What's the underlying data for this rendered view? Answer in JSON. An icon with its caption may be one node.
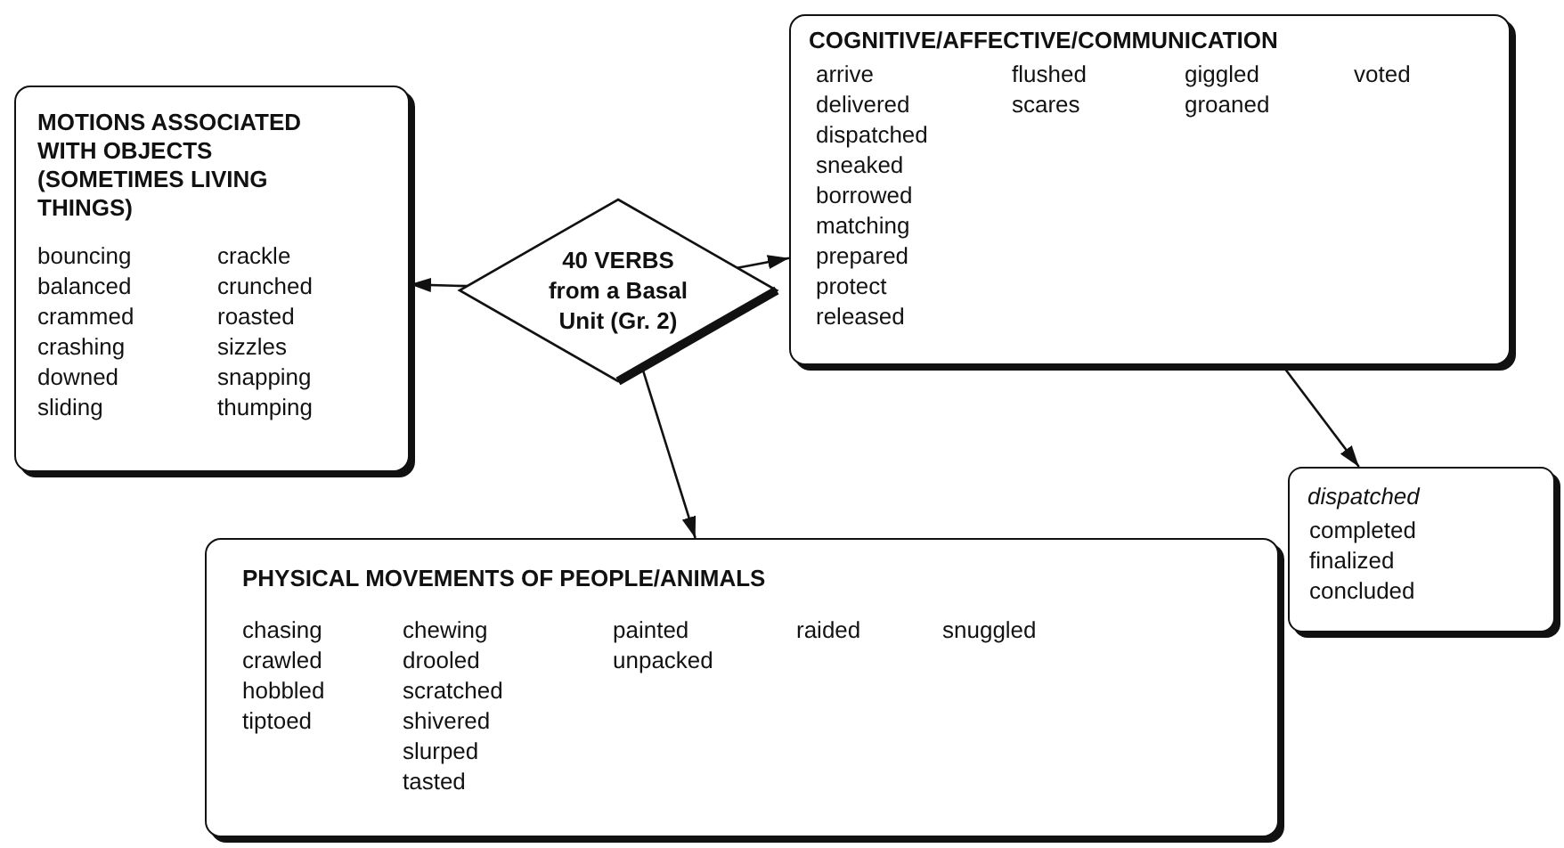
{
  "diagram": {
    "nodes": [
      {
        "text": [
          "MOTIONS ASSOCIATED WITH OBJECTS (SOMETIMES LIVING THINGS)",
          "bouncing balanced crammed crashing downed sliding",
          "crackle crunched roasted sizzles snapping thumping"
        ]
      },
      {
        "text": [
          "40 VERBS from a Basal Unit (Gr. 2)"
        ]
      },
      {
        "text": [
          "COGNITIVE/AFFECTIVE/COMMUNICATION",
          "arrive delivered dispatched sneaked borrowed matching prepared protect released",
          "flushed scares",
          "giggled groaned",
          "voted"
        ]
      },
      {
        "text": [
          "PHYSICAL MOVEMENTS OF PEOPLE/ANIMALS",
          "chasing crawled hobbled tiptoed",
          "chewing drooled scratched shivered slurped tasted",
          "painted unpacked",
          "raided",
          "snuggled"
        ]
      },
      {
        "text": [
          "dispatched",
          "completed finalized concluded"
        ]
      }
    ],
    "edges": [
      {
        "from": 1,
        "to": 0,
        "arrow": "to"
      },
      {
        "from": 1,
        "to": 2,
        "arrow": "to"
      },
      {
        "from": 1,
        "to": 3,
        "arrow": "to"
      },
      {
        "from": 2,
        "to": 4,
        "arrow": "to"
      }
    ]
  }
}
